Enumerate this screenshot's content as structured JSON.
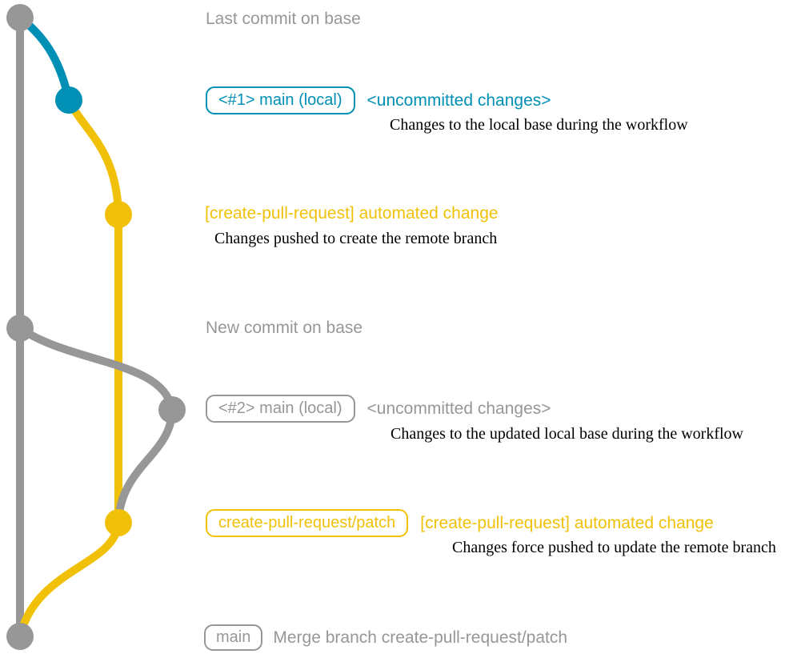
{
  "diagram_title": "create-pull-request action git workflow diagram",
  "colors": {
    "base_gray": "#979797",
    "local_blue": "#008fb5",
    "patch_yellow": "#f1c109",
    "description_black": "#000000"
  },
  "branches": [
    {
      "name": "base",
      "color": "#979797"
    },
    {
      "name": "main (local)",
      "color": "#008fb5"
    },
    {
      "name": "create-pull-request/patch",
      "color": "#f1c109"
    }
  ],
  "rows": [
    {
      "kind": "note",
      "text": "Last commit on base"
    },
    {
      "kind": "commit",
      "badge": "<#1> main (local)",
      "title": "<uncommitted changes>",
      "description": "Changes to the local base during the workflow"
    },
    {
      "kind": "commit",
      "title": "[create-pull-request] automated change",
      "description": "Changes pushed to create the remote branch"
    },
    {
      "kind": "note",
      "text": "New commit on base"
    },
    {
      "kind": "commit",
      "badge": "<#2> main (local)",
      "title": "<uncommitted changes>",
      "description": "Changes to the updated local base during the workflow"
    },
    {
      "kind": "commit",
      "badge": "create-pull-request/patch",
      "title": "[create-pull-request] automated change",
      "description": "Changes force pushed to update the remote branch"
    },
    {
      "kind": "commit",
      "badge": "main",
      "title": "Merge branch create-pull-request/patch"
    }
  ]
}
